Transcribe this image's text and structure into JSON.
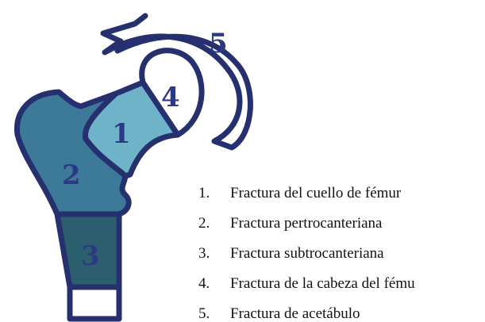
{
  "diagram": {
    "region_labels": {
      "neck": "1",
      "pertrochanteric": "2",
      "subtrochanteric": "3",
      "head": "4",
      "acetabulum": "5"
    },
    "colors": {
      "outline": "#26306e",
      "neck_fill": "#6fb3c8",
      "pertrochanteric_fill": "#3d7a9a",
      "subtrochanteric_fill": "#2b5f6e",
      "head_fill": "#ffffff"
    }
  },
  "legend": {
    "items": [
      {
        "number": "1.",
        "text": "Fractura del cuello de fémur"
      },
      {
        "number": "2.",
        "text": "Fractura pertrocanteriana"
      },
      {
        "number": "3.",
        "text": "Fractura subtrocanteriana"
      },
      {
        "number": "4.",
        "text": "Fractura de la cabeza del fému"
      },
      {
        "number": "5.",
        "text": "Fractura de acetábulo"
      }
    ]
  }
}
